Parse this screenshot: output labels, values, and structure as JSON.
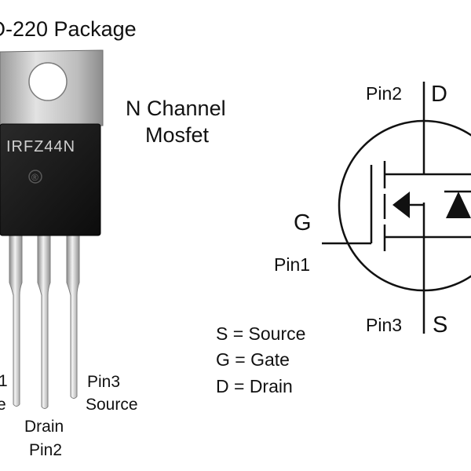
{
  "package": {
    "title": "O-220 Package",
    "part_marking": "IRFZ44N",
    "logo_text": "®"
  },
  "mosfet_type": {
    "line1": "N Channel",
    "line2": "Mosfet"
  },
  "leads": {
    "left_line1": "1",
    "left_line2": "e",
    "middle_line1": "Drain",
    "middle_line2": "Pin2",
    "right_line1": "Pin3",
    "right_line2": "Source"
  },
  "symbol": {
    "drain_pin": "Pin2",
    "drain_letter": "D",
    "gate_letter": "G",
    "gate_pin": "Pin1",
    "source_pin": "Pin3",
    "source_letter": "S"
  },
  "legend": [
    "S = Source",
    "G = Gate",
    "D = Drain"
  ],
  "colors": {
    "tab": "#c9c9c9",
    "body": "#161616",
    "leads": "#d4d4d4",
    "lines": "#111111"
  }
}
